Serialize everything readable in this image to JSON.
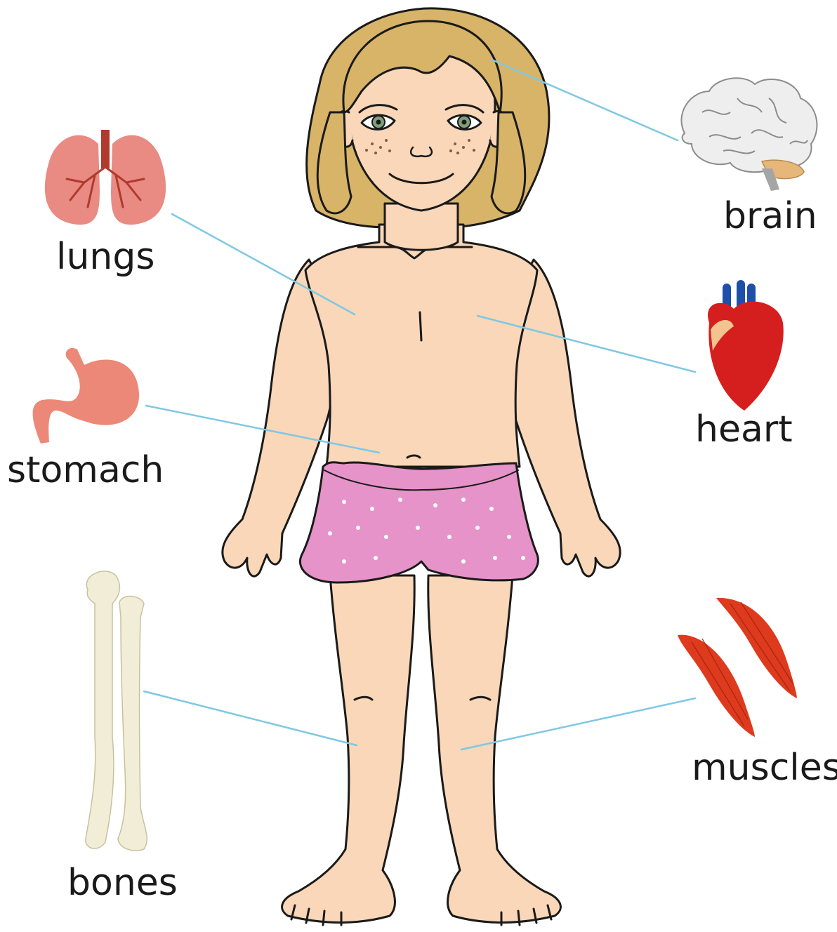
{
  "labels": {
    "brain": "brain",
    "lungs": "lungs",
    "heart": "heart",
    "stomach": "stomach",
    "muscles": "muscles",
    "bones": "bones"
  },
  "colors": {
    "leader_line": "#7fc8e3",
    "skin": "#f9d7b8",
    "hair": "#d8b468",
    "shorts": "#e693c9",
    "lungs": "#e98a83",
    "stomach": "#ec8878",
    "heart": "#d51f1f",
    "muscle": "#de3a1e",
    "bone": "#f2edd6",
    "brain": "#eeeeee"
  }
}
